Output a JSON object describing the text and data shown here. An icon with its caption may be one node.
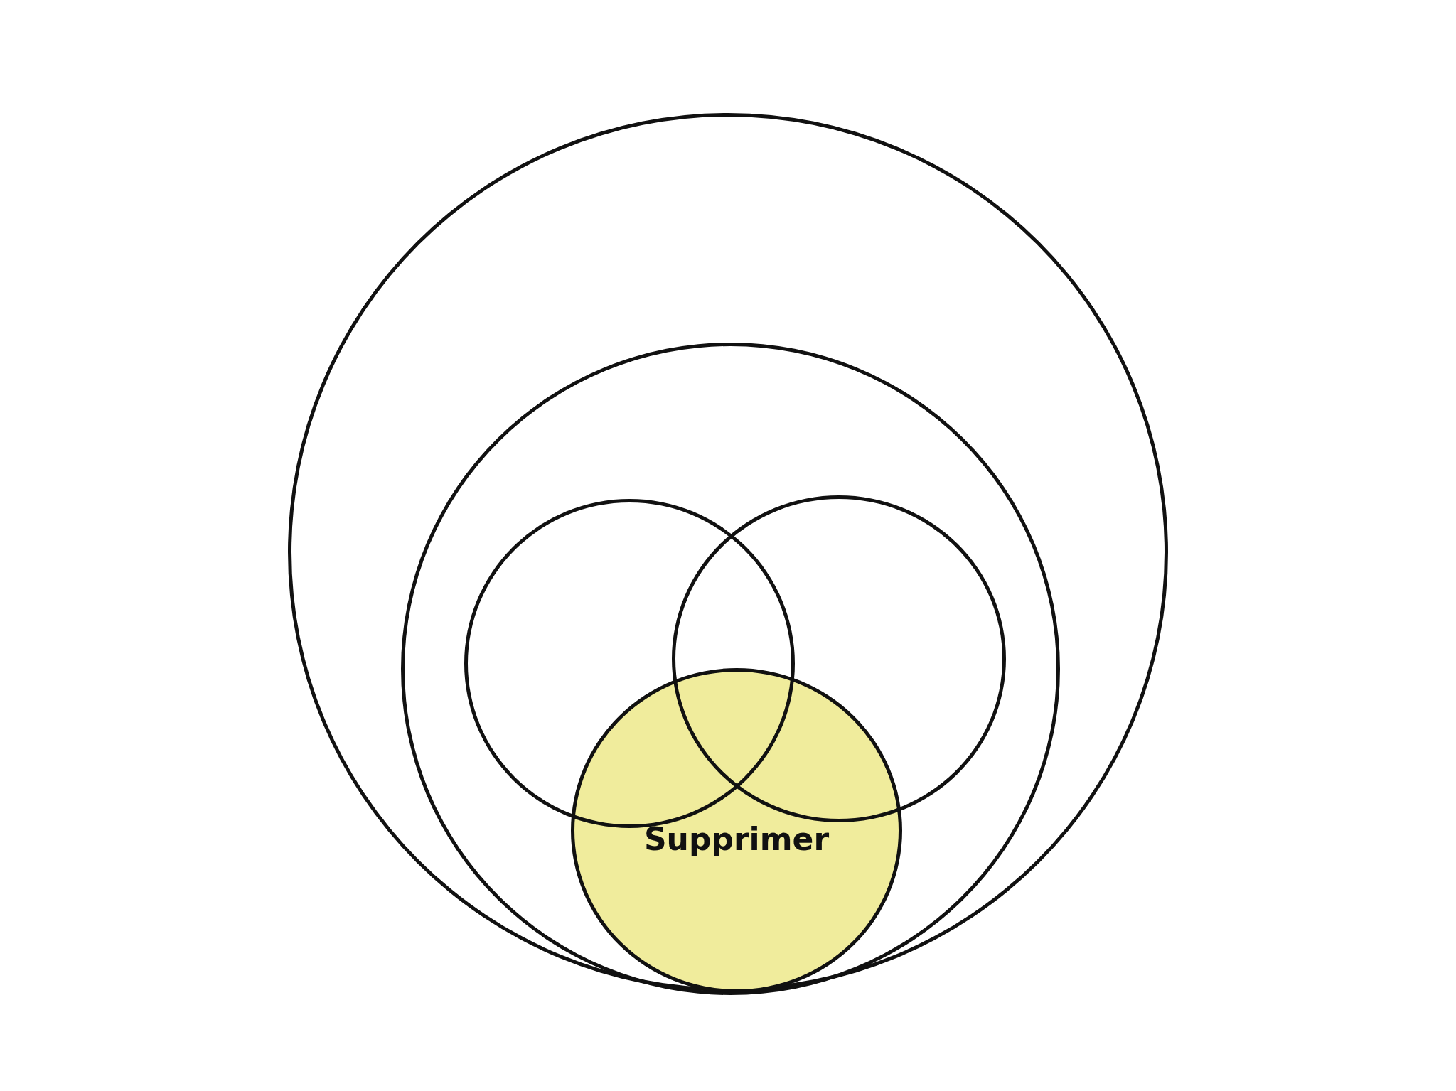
{
  "diagram": {
    "nodes": [
      {
        "text": [],
        "shape": "circle"
      },
      {
        "text": [],
        "shape": "circle",
        "in": 0
      },
      {
        "text": [],
        "shape": "circle",
        "in": 1
      },
      {
        "text": [],
        "shape": "circle",
        "in": 1
      },
      {
        "text": [
          "Supprimer"
        ],
        "in": 1
      }
    ]
  }
}
